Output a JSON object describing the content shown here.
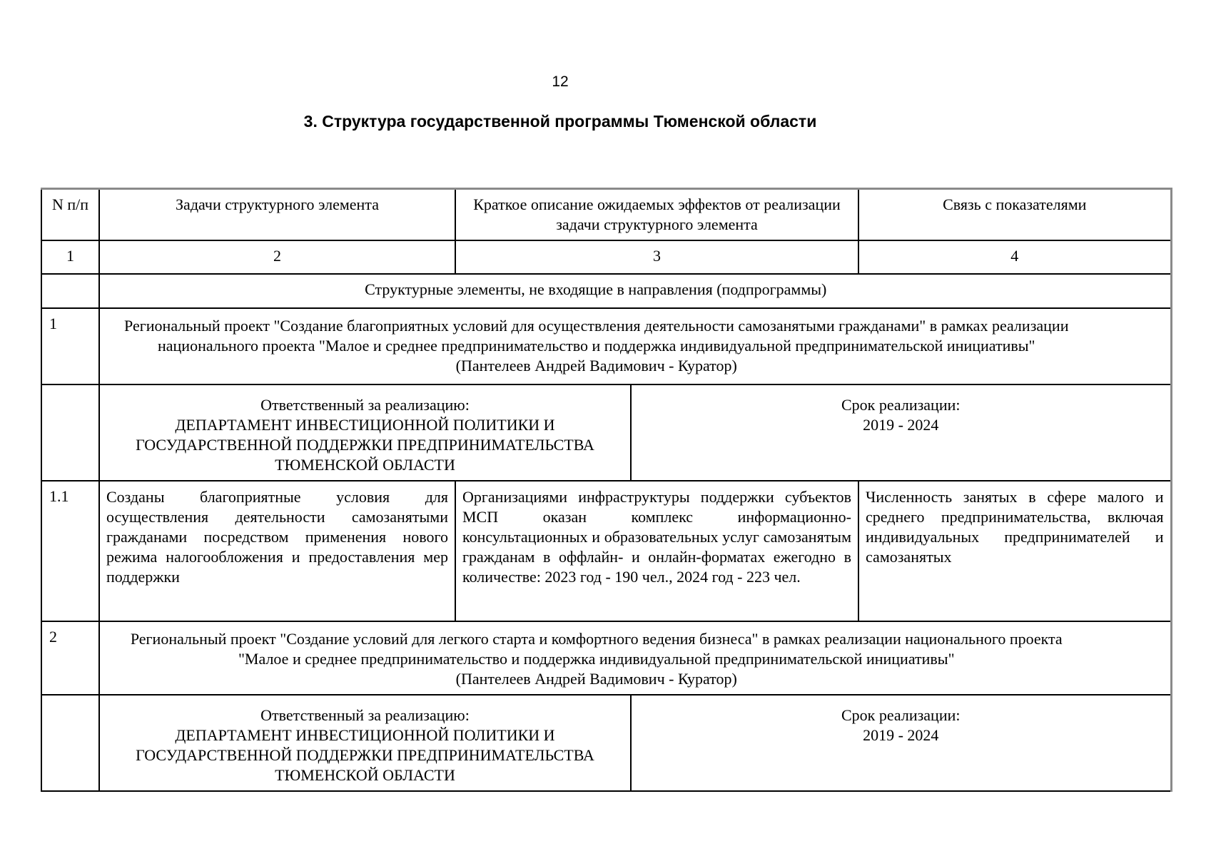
{
  "page": {
    "number": "12",
    "title": "3. Структура государственной программы Тюменской области"
  },
  "colors": {
    "text": "#000000",
    "border": "#000000",
    "border_heavy": "#8a8a8a",
    "background": "#ffffff"
  },
  "table": {
    "headers": [
      "N п/п",
      "Задачи структурного элемента",
      "Краткое описание ожидаемых эффектов от реализации задачи структурного элемента",
      "Связь с показателями"
    ],
    "column_numbers": [
      "1",
      "2",
      "3",
      "4"
    ],
    "section_title": "Структурные элементы, не входящие в направления (подпрограммы)",
    "rows": {
      "project_1": {
        "num": "1",
        "text": "Региональный проект \"Создание благоприятных условий для осуществления деятельности самозанятыми гражданами\" в рамках реализации национального проекта \"Малое и среднее предпринимательство и поддержка индивидуальной предпринимательской инициативы\"",
        "curator": "(Пантелеев Андрей Вадимович - Куратор)"
      },
      "responsible_1": {
        "label": "Ответственный за реализацию:",
        "org": "ДЕПАРТАМЕНТ ИНВЕСТИЦИОННОЙ ПОЛИТИКИ И ГОСУДАРСТВЕННОЙ ПОДДЕРЖКИ ПРЕДПРИНИМАТЕЛЬСТВА ТЮМЕНСКОЙ ОБЛАСТИ",
        "term_label": "Срок реализации:",
        "term_value": "2019 - 2024"
      },
      "task_1_1": {
        "num": "1.1",
        "task": "Созданы благоприятные условия для осуществления деятельности самозанятыми гражданами посредством применения нового режима налогообложения и предоставления мер поддержки",
        "effect": "Организациями инфраструктуры поддержки субъектов МСП оказан комплекс информационно-консультационных и образовательных услуг самозанятым гражданам в оффлайн- и онлайн-форматах ежегодно в количестве: 2023 год - 190 чел., 2024 год - 223 чел.",
        "indicator": "Численность занятых в сфере малого и среднего предпринимательства, включая индивидуальных предпринимателей и самозанятых"
      },
      "project_2": {
        "num": "2",
        "text": "Региональный проект \"Создание условий для легкого старта и комфортного ведения бизнеса\" в рамках реализации национального проекта \"Малое и среднее предпринимательство и поддержка индивидуальной предпринимательской инициативы\"",
        "curator": "(Пантелеев Андрей Вадимович - Куратор)"
      },
      "responsible_2": {
        "label": "Ответственный за реализацию:",
        "org": "ДЕПАРТАМЕНТ ИНВЕСТИЦИОННОЙ ПОЛИТИКИ И ГОСУДАРСТВЕННОЙ ПОДДЕРЖКИ ПРЕДПРИНИМАТЕЛЬСТВА ТЮМЕНСКОЙ ОБЛАСТИ",
        "term_label": "Срок реализации:",
        "term_value": "2019 - 2024"
      }
    }
  }
}
